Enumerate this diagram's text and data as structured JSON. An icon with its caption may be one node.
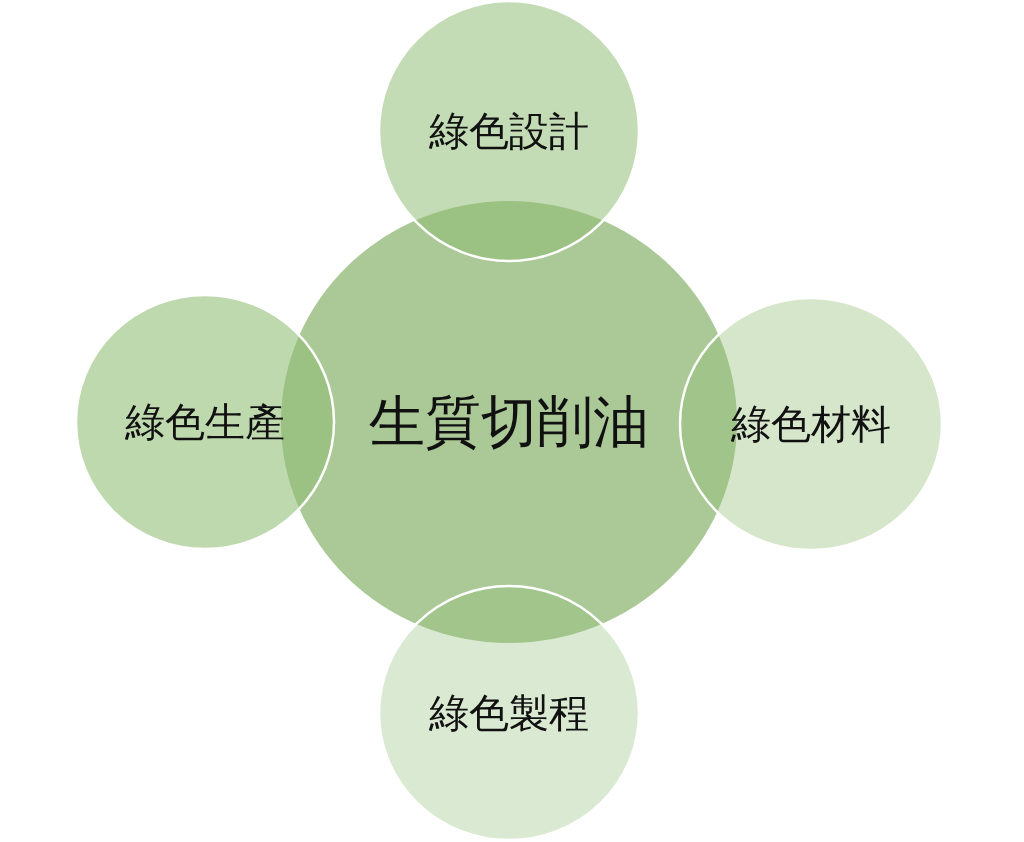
{
  "diagram": {
    "nodes": [
      {
        "text": [
          "綠色設計"
        ]
      },
      {
        "text": [
          "綠色生產"
        ]
      },
      {
        "text": [
          "生質切削油"
        ]
      },
      {
        "text": [
          "綠色材料"
        ]
      },
      {
        "text": [
          "綠色製程"
        ]
      }
    ]
  }
}
